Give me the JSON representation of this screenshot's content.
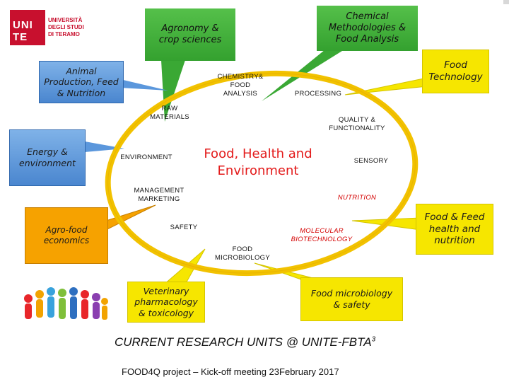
{
  "logo": {
    "mark_text": "UNI TE",
    "name_lines": [
      "UNIVERSITÀ",
      "DEGLI STUDI",
      "DI TERAMO"
    ]
  },
  "center": {
    "title_line1": "Food, Health and",
    "title_line2": "Environment"
  },
  "topics": {
    "chemistry_line1": "CHEMISTRY&",
    "chemistry_line2": "FOOD",
    "chemistry_line3": "ANALYSIS",
    "processing": "PROCESSING",
    "raw_line1": "RAW",
    "raw_line2": "MATERIALS",
    "quality_line1": "QUALITY &",
    "quality_line2": "FUNCTIONALITY",
    "environment": "ENVIRONMENT",
    "sensory": "SENSORY",
    "management_line1": "MANAGEMENT",
    "management_line2": "MARKETING",
    "nutrition": "NUTRITION",
    "safety": "SAFETY",
    "molecular_line1": "MOLECULAR",
    "molecular_line2": "BIOTECHNOLOGY",
    "micro_line1": "FOOD",
    "micro_line2": "MICROBIOLOGY"
  },
  "units": {
    "agronomy_line1": "Agronomy &",
    "agronomy_line2": "crop sciences",
    "chem_methods_line1": "Chemical",
    "chem_methods_line2": "Methodologies &",
    "chem_methods_line3": "Food Analysis",
    "animal_line1": "Animal",
    "animal_line2": "Production, Feed",
    "animal_line3": "& Nutrition",
    "food_tech_line1": "Food",
    "food_tech_line2": "Technology",
    "energy_line1": "Energy &",
    "energy_line2": "environment",
    "agrofood_line1": "Agro-food",
    "agrofood_line2": "economics",
    "food_feed_line1": "Food & Feed",
    "food_feed_line2": "health and",
    "food_feed_line3": "nutrition",
    "veterinary_line1": "Veterinary",
    "veterinary_line2": "pharmacology",
    "veterinary_line3": "& toxicology",
    "microbio_line1": "Food microbiology",
    "microbio_line2": "& safety"
  },
  "footer": {
    "title": "CURRENT RESEARCH UNITS @  UNITE-FBTA",
    "title_sup": "3",
    "subtitle": "FOOD4Q project – Kick-off meeting 23February 2017"
  },
  "colors": {
    "ellipse": "#f2c200",
    "green": "#3aa834",
    "blue": "#5b97dc",
    "yellow": "#f6e600",
    "orange": "#f6a200",
    "red_text": "#e31b1b"
  },
  "icons": {
    "people": "people-group-icon"
  }
}
